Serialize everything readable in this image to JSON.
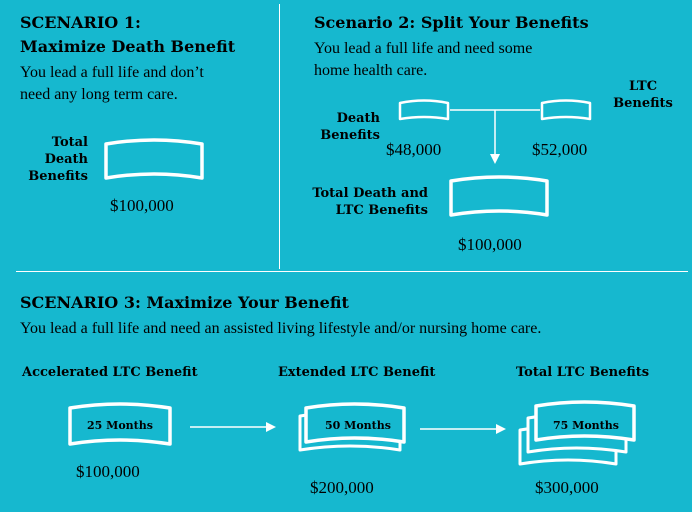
{
  "colors": {
    "background": "#16b8cf",
    "divider": "#ffffff",
    "ink": "#000000"
  },
  "scenario1": {
    "title_line1": "SCENARIO 1:",
    "title_line2": "Maximize Death Benefit",
    "desc_line1": "You lead a full life and don’t",
    "desc_line2": "need any long term care.",
    "label_line1": "Total",
    "label_line2": "Death",
    "label_line3": "Benefits",
    "amount": "$100,000"
  },
  "scenario2": {
    "title": "Scenario 2: Split Your Benefits",
    "desc_line1": "You lead a full life and need some",
    "desc_line2": "home health care.",
    "death_label_line1": "Death",
    "death_label_line2": "Benefits",
    "death_amount": "$48,000",
    "ltc_label_line1": "LTC",
    "ltc_label_line2": "Benefits",
    "ltc_amount": "$52,000",
    "total_label_line1": "Total Death and",
    "total_label_line2": "LTC Benefits",
    "total_amount": "$100,000"
  },
  "scenario3": {
    "title": "SCENARIO 3: Maximize Your  Benefit",
    "desc": "You lead a full life and need an assisted living lifestyle and/or nursing home care.",
    "steps": [
      {
        "label": "Accelerated LTC Benefit",
        "bill_text": "25 Months",
        "amount": "$100,000"
      },
      {
        "label": "Extended LTC Benefit",
        "bill_text": "50 Months",
        "amount": "$200,000"
      },
      {
        "label": "Total LTC Benefits",
        "bill_text": "75 Months",
        "amount": "$300,000"
      }
    ]
  }
}
